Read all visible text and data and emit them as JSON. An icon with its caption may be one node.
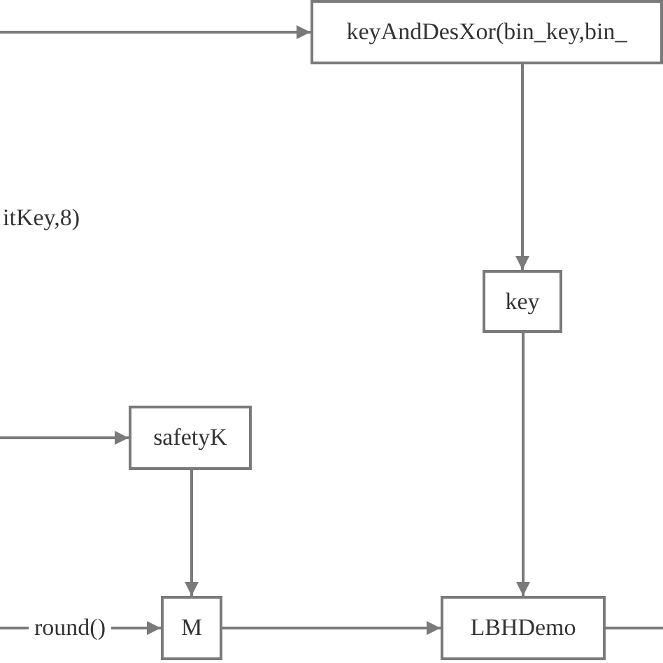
{
  "diagram": {
    "nodes": [
      {
        "text": [
          "keyAndDesXor(bin_key,bin_"
        ]
      },
      {
        "text": [
          "key"
        ]
      },
      {
        "text": [
          "safetyK"
        ]
      },
      {
        "text": [
          "M"
        ]
      },
      {
        "text": [
          "LBHDemo"
        ]
      }
    ],
    "edges": [
      {
        "from": null,
        "to": 0,
        "arrow": "to"
      },
      {
        "from": 0,
        "to": 1,
        "arrow": "to"
      },
      {
        "from": 1,
        "to": 4,
        "arrow": "to"
      },
      {
        "from": null,
        "to": 2,
        "arrow": "to"
      },
      {
        "from": 2,
        "to": 3,
        "arrow": "to"
      },
      {
        "from": null,
        "to": 3,
        "arrow": "to",
        "label": "round()"
      },
      {
        "from": 3,
        "to": 4,
        "arrow": "to"
      },
      {
        "from": 4,
        "to": null,
        "arrow": "none"
      }
    ],
    "labels": [
      "itKey,8)"
    ]
  }
}
